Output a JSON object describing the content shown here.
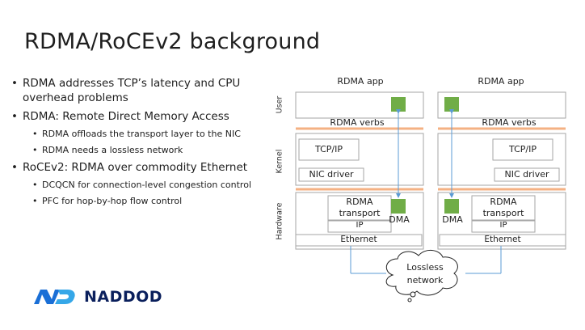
{
  "slide": {
    "title": "RDMA/RoCEv2 background",
    "bullets": [
      {
        "text": "RDMA addresses TCP’s latency and CPU overhead problems"
      },
      {
        "text": "RDMA: Remote Direct Memory Access"
      },
      {
        "text": "RDMA offloads the transport layer to the NIC"
      },
      {
        "text": "RDMA needs a lossless network"
      },
      {
        "text": "RoCEv2: RDMA over commodity Ethernet"
      },
      {
        "text": "DCQCN for connection-level congestion control"
      },
      {
        "text": "PFC for hop-by-hop flow control"
      }
    ]
  },
  "diagram": {
    "layers": {
      "user": "User",
      "kernel": "Kernel",
      "hardware": "Hardware"
    },
    "left": {
      "app": "RDMA app",
      "verbs": "RDMA verbs",
      "tcpip": "TCP/IP",
      "nic_driver": "NIC driver",
      "rdma_transport_1": "RDMA",
      "rdma_transport_2": "transport",
      "ip": "IP",
      "ethernet": "Ethernet",
      "dma": "DMA"
    },
    "right": {
      "app": "RDMA app",
      "verbs": "RDMA verbs",
      "tcpip": "TCP/IP",
      "nic_driver": "NIC driver",
      "rdma_transport_1": "RDMA",
      "rdma_transport_2": "transport",
      "ip": "IP",
      "ethernet": "Ethernet",
      "dma": "DMA"
    },
    "cloud_1": "Lossless",
    "cloud_2": "network",
    "colors": {
      "green": "#70ad47",
      "orange": "#f4b183",
      "arrow": "#5b9bd5",
      "box": "#a6a6a6"
    }
  },
  "logo": {
    "text": "NADDOD",
    "mark": "N-D-D brand mark"
  }
}
